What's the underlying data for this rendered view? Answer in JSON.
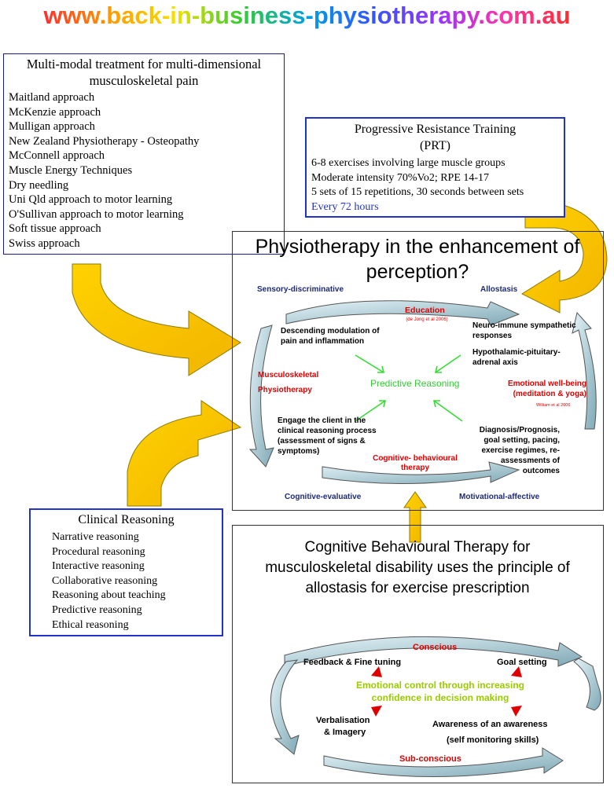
{
  "banner": {
    "url": "www.back-in-business-physiotherapy.com.au"
  },
  "multimodal": {
    "title": "Multi-modal treatment for multi-dimensional musculoskeletal pain",
    "items": [
      "Maitland approach",
      "McKenzie approach",
      "Mulligan approach",
      "New Zealand Physiotherapy - Osteopathy",
      "McConnell approach",
      "Muscle Energy Techniques",
      "Dry needling",
      "Uni Qld approach to motor learning",
      "O'Sullivan approach to motor learning",
      "Soft tissue approach",
      "Swiss approach"
    ]
  },
  "prt": {
    "title": "Progressive Resistance Training",
    "abbr": "(PRT)",
    "items": [
      "6-8 exercises involving large muscle groups",
      "Moderate intensity 70%Vo2; RPE 14-17",
      "5 sets of 15 repetitions, 30 seconds between sets"
    ],
    "frequency": "Every 72 hours"
  },
  "perception": {
    "title": "Physiotherapy in the enhancement of perception?",
    "sensory": "Sensory-discriminative",
    "allostasis": "Allostasis",
    "cognitive_eval": "Cognitive-evaluative",
    "motivational": "Motivational-affective",
    "education": "Education",
    "education_ref": "(de Jong et al 2006)",
    "descending": "Descending modulation of pain and inflammation",
    "neuro": "Neuro-immune sympathetic responses",
    "hpa": "Hypothalamic-pituitary-adrenal axis",
    "msk_line1": "Musculoskeletal",
    "msk_line2": "Physiotherapy",
    "predictive": "Predictive Reasoning",
    "emotional": "Emotional well-being (meditation & yoga)",
    "emotional_ref": "William et al 2006",
    "engage": "Engage the client in the clinical reasoning process (assessment of signs & symptoms)",
    "diagnosis": "Diagnosis/Prognosis, goal setting, pacing, exercise regimes, re-assessments of outcomes",
    "cbt": "Cognitive- behavioural therapy"
  },
  "clinical": {
    "title": "Clinical Reasoning",
    "items": [
      "Narrative reasoning",
      "Procedural reasoning",
      "Interactive reasoning",
      "Collaborative reasoning",
      "Reasoning about teaching",
      "Predictive reasoning",
      "Ethical reasoning"
    ]
  },
  "cbt_box": {
    "title": "Cognitive Behavioural Therapy for musculoskeletal disability uses the principle of allostasis for exercise prescription",
    "conscious": "Conscious",
    "feedback": "Feedback & Fine tuning",
    "goal": "Goal setting",
    "emotional": "Emotional control through increasing confidence in decision making",
    "verbal_line1": "Verbalisation",
    "verbal_line2": "& Imagery",
    "awareness": "Awareness of an awareness",
    "selfmon": "(self monitoring skills)",
    "subconscious": "Sub-conscious"
  }
}
